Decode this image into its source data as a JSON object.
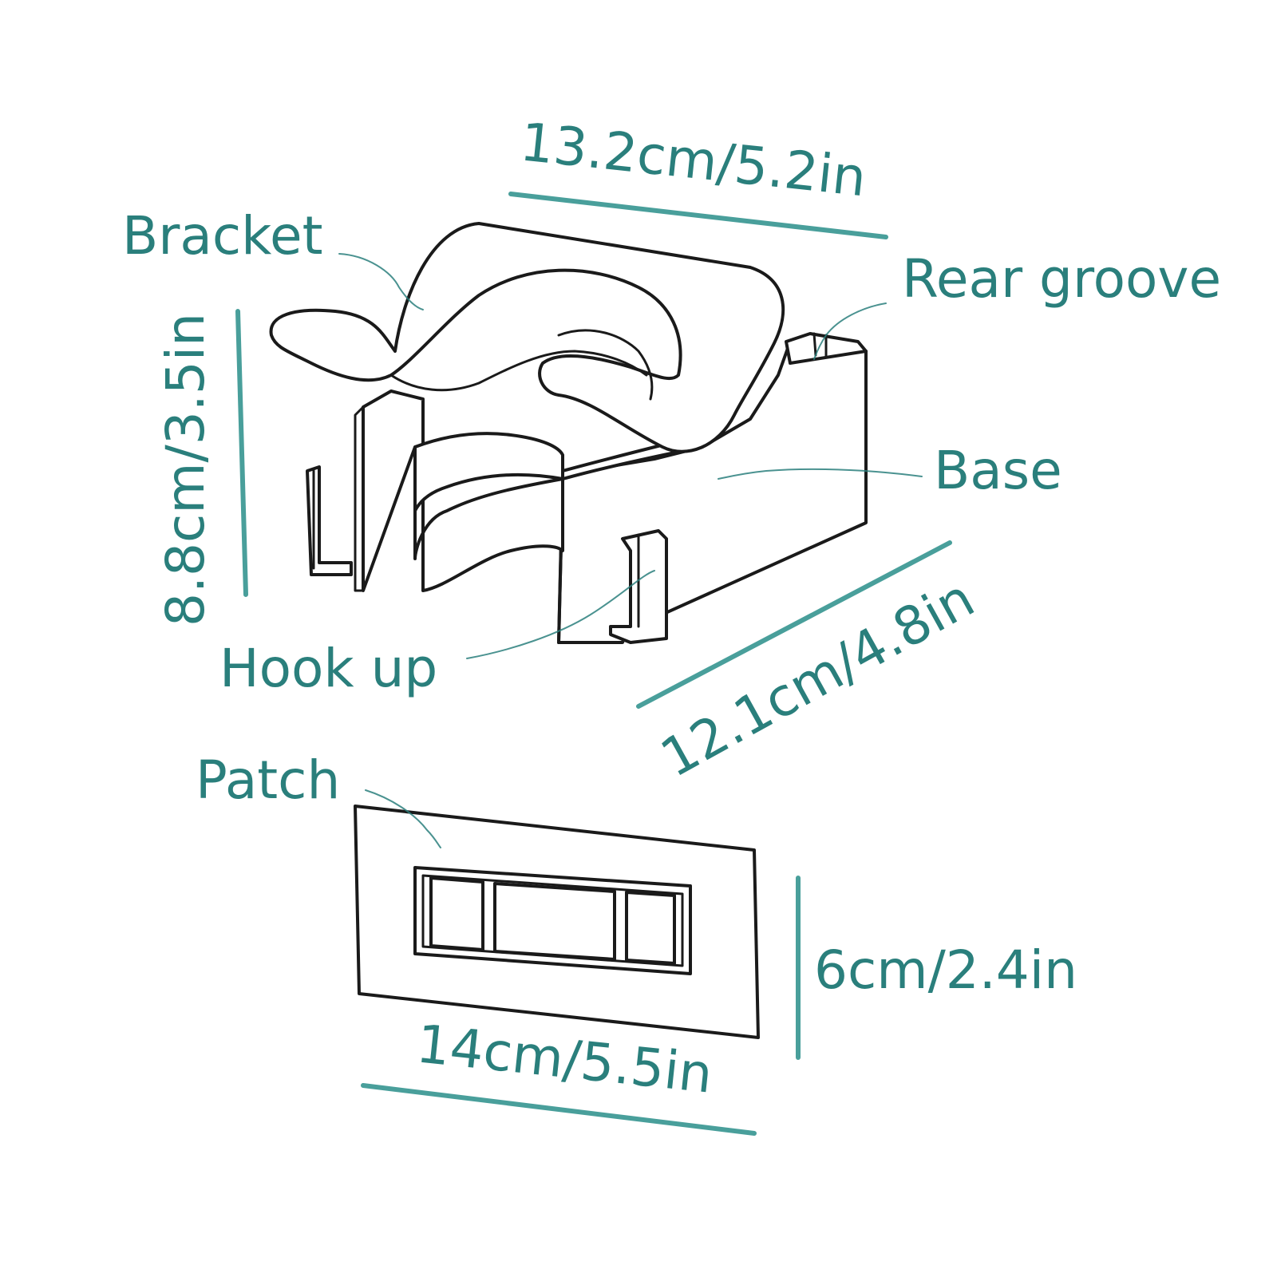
{
  "labels": {
    "bracket": "Bracket",
    "rear_groove": "Rear groove",
    "base": "Base",
    "hook_up": "Hook up",
    "patch": "Patch"
  },
  "dimensions": {
    "top_width": "13.2cm/5.2in",
    "height": "8.8cm/3.5in",
    "depth": "12.1cm/4.8in",
    "patch_height": "6cm/2.4in",
    "patch_width": "14cm/5.5in"
  },
  "colors": {
    "accent": "#2a7f7c",
    "outline": "#1a1a1a",
    "background": "#ffffff"
  }
}
